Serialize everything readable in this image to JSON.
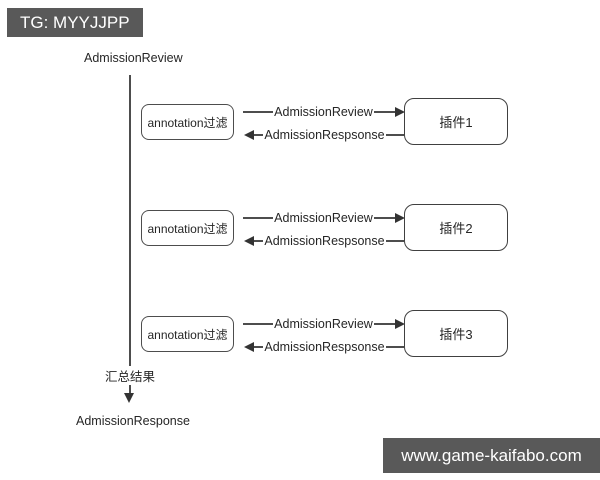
{
  "watermarks": {
    "top_left": "TG: MYYJJPP",
    "bottom_right": "www.game-kaifabo.com"
  },
  "diagram": {
    "input_label": "AdmissionReview",
    "summary_label": "汇总结果",
    "output_label": "AdmissionResponse",
    "rows": [
      {
        "filter": "annotation过滤",
        "request": "AdmissionReview",
        "response": "AdmissionRespsonse",
        "plugin": "插件1"
      },
      {
        "filter": "annotation过滤",
        "request": "AdmissionReview",
        "response": "AdmissionRespsonse",
        "plugin": "插件2"
      },
      {
        "filter": "annotation过滤",
        "request": "AdmissionReview",
        "response": "AdmissionRespsonse",
        "plugin": "插件3"
      }
    ],
    "colors": {
      "badge_bg": "#595959",
      "line": "#4d4d4d",
      "text": "#262626",
      "background": "#ffffff"
    }
  }
}
